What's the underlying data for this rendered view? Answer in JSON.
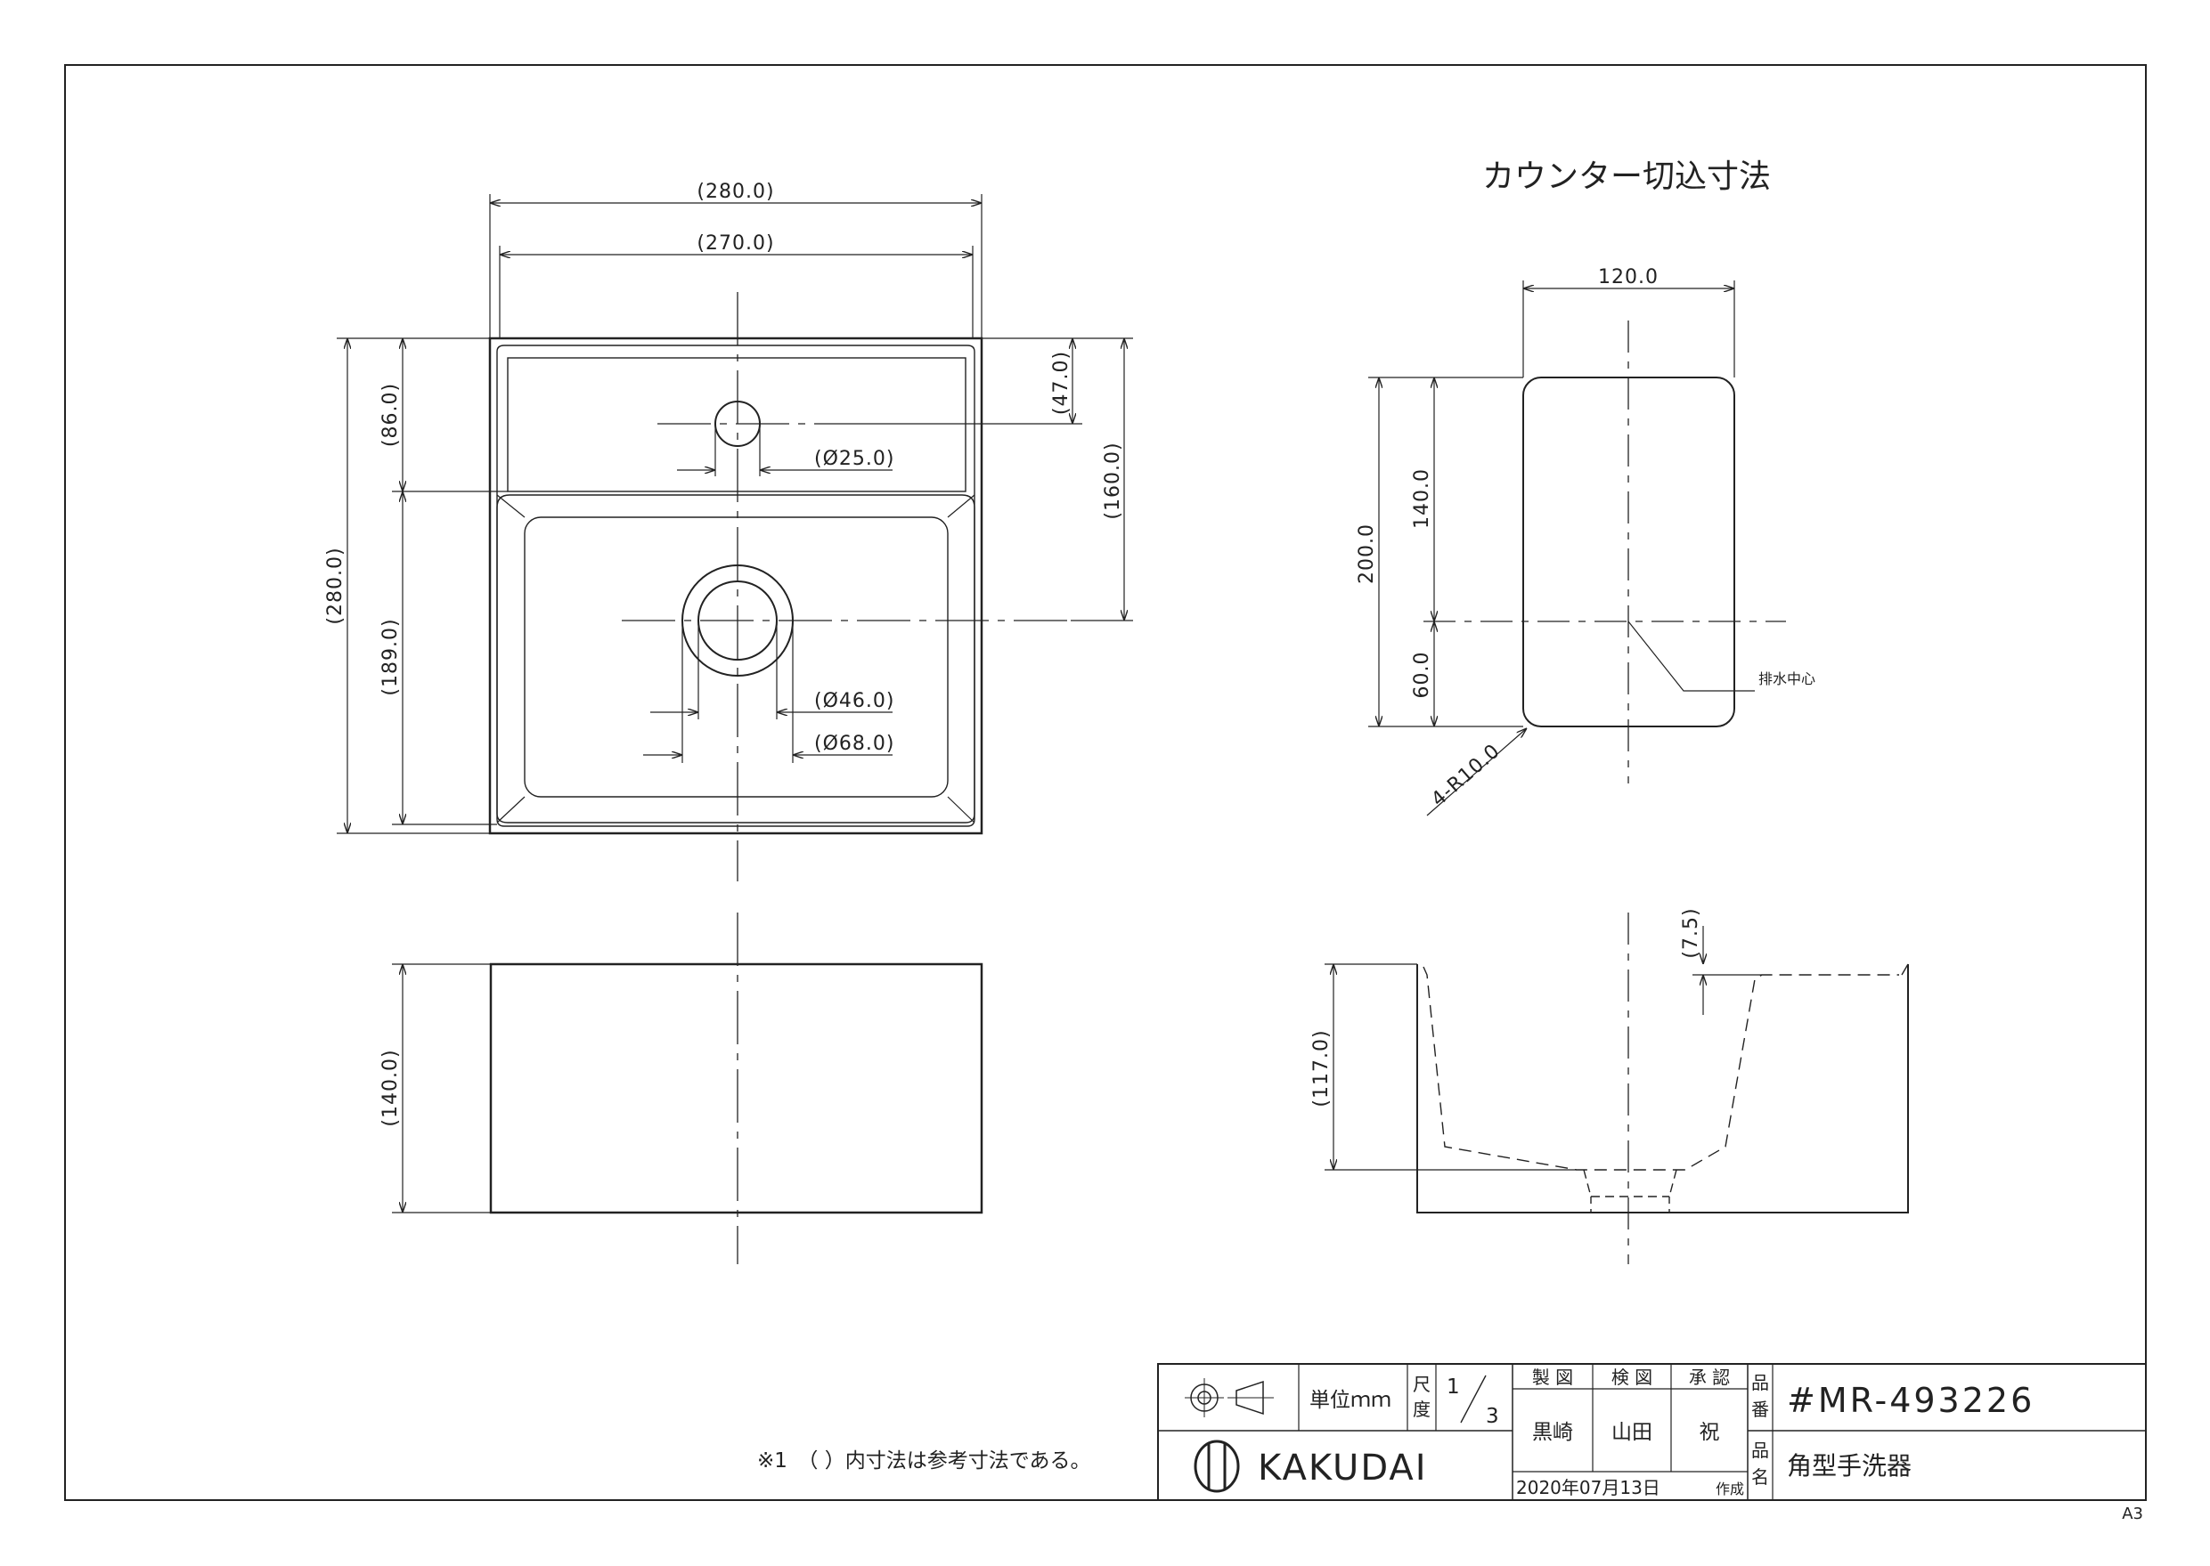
{
  "counter_cutout_title": "カウンター切込寸法",
  "top_view": {
    "overall_width": "(280.0)",
    "inner_width": "(270.0)",
    "overall_depth": "(280.0)",
    "deck_depth": "(86.0)",
    "bowl_depth": "(189.0)",
    "faucet_offset": "(47.0)",
    "drain_offset": "(160.0)",
    "faucet_hole": "(Ø25.0)",
    "drain_inner": "(Ø46.0)",
    "drain_outer": "(Ø68.0)"
  },
  "front_view": {
    "height": "(140.0)"
  },
  "cutout_view": {
    "width": "120.0",
    "depth": "200.0",
    "rear_to_drain": "140.0",
    "front_to_drain": "60.0",
    "corner_radius": "4-R10.0",
    "drain_center_label": "排水中心"
  },
  "section_view": {
    "bowl_height": "(117.0)",
    "deck_step": "(7.5)"
  },
  "note": "※1　（ ）内寸法は参考寸法である。",
  "title_block": {
    "unit_label": "単位ｍｍ",
    "scale_label_1": "尺",
    "scale_label_2": "度",
    "scale_num": "1",
    "scale_den": "3",
    "drawn_header": "製 図",
    "checked_header": "検 図",
    "approved_header": "承 認",
    "drawn_by": "黒崎",
    "checked_by": "山田",
    "approved_by": "祝",
    "date": "2020年07月13日",
    "created_label": "作成",
    "part_no_label_1": "品",
    "part_no_label_2": "番",
    "part_name_label_1": "品",
    "part_name_label_2": "名",
    "part_no": "#MR-493226",
    "part_name": "角型手洗器",
    "brand": "KAKUDAI"
  },
  "sheet_size": "A3"
}
